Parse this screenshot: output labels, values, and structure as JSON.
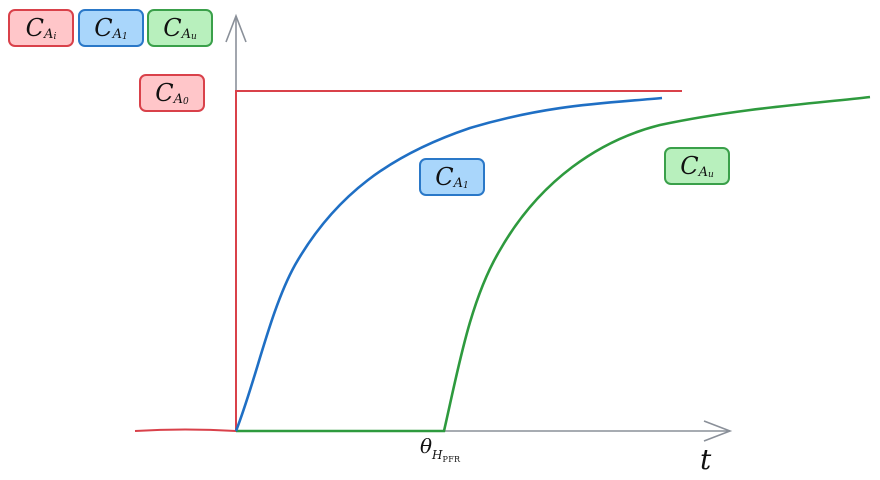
{
  "legend": [
    {
      "symbol": "C",
      "sub": "A",
      "subsub": "i",
      "color": "red"
    },
    {
      "symbol": "C",
      "sub": "A",
      "subsub": "1",
      "color": "blue"
    },
    {
      "symbol": "C",
      "sub": "A",
      "subsub": "u",
      "color": "green"
    }
  ],
  "labels": {
    "ca0": {
      "symbol": "C",
      "sub": "A",
      "subsub": "0"
    },
    "ca1": {
      "symbol": "C",
      "sub": "A",
      "subsub": "1"
    },
    "cau": {
      "symbol": "C",
      "sub": "A",
      "subsub": "u"
    },
    "theta": {
      "symbol": "θ",
      "sub": "H",
      "subsub": "PFR"
    },
    "t_axis": "t"
  },
  "colors": {
    "red": "#d9414a",
    "blue": "#1f6fc4",
    "green": "#2e9a3e",
    "axis": "#8a9099"
  }
}
